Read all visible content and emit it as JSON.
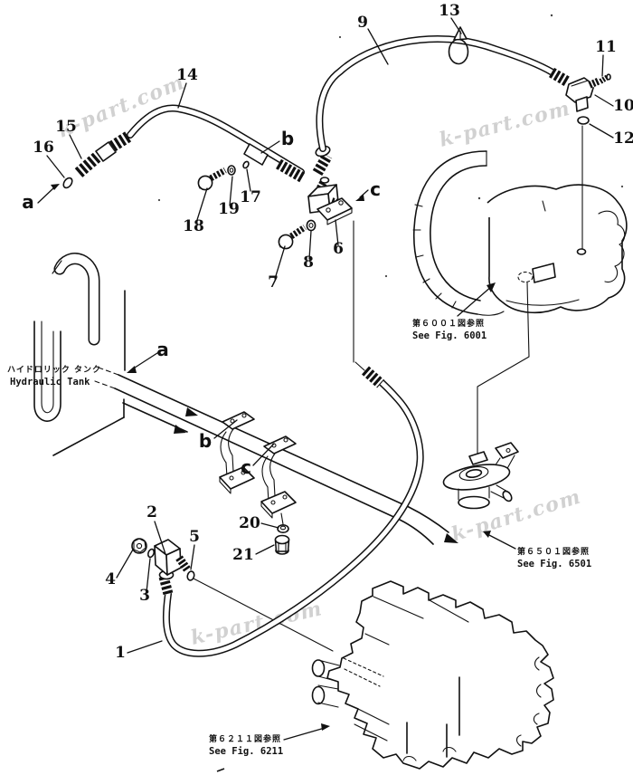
{
  "page": {
    "background": "#ffffff",
    "line_color": "#111111",
    "watermark_color": "#c6c6c6"
  },
  "watermark": {
    "text": "k-part.com"
  },
  "tank_label": {
    "jp": "ハイドロリック タンク",
    "en": "Hydraulic Tank"
  },
  "references": {
    "fig6001": {
      "jp": "第６００１図参照",
      "en": "See Fig. 6001"
    },
    "fig6501": {
      "jp": "第６５０１図参照",
      "en": "See Fig. 6501"
    },
    "fig6211": {
      "jp": "第６２１１図参照",
      "en": "See Fig. 6211"
    }
  },
  "callouts": {
    "n1": "1",
    "n2": "2",
    "n3": "3",
    "n4": "4",
    "n5": "5",
    "n6": "6",
    "n7": "7",
    "n8": "8",
    "n9": "9",
    "n10": "10",
    "n11": "11",
    "n12": "12",
    "n13": "13",
    "n14": "14",
    "n15": "15",
    "n16": "16",
    "n17": "17",
    "n18": "18",
    "n19": "19",
    "n20": "20",
    "n21": "21",
    "a": "a",
    "b": "b",
    "c": "c"
  }
}
